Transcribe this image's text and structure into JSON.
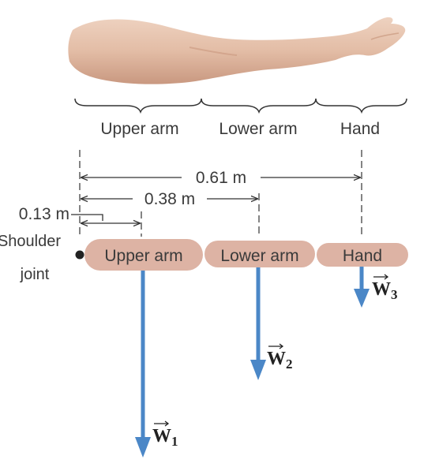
{
  "segments": {
    "upper_arm": "Upper arm",
    "lower_arm": "Lower arm",
    "hand": "Hand"
  },
  "dimensions": {
    "to_hand": "0.61 m",
    "to_lower_arm": "0.38 m",
    "to_upper_arm": "0.13 m"
  },
  "shoulder": {
    "line1": "Shoulder",
    "line2": "joint"
  },
  "weights": {
    "w1": {
      "letter": "W",
      "sub": "1"
    },
    "w2": {
      "letter": "W",
      "sub": "2"
    },
    "w3": {
      "letter": "W",
      "sub": "3"
    }
  },
  "colors": {
    "segment_fill": "#ddb3a4",
    "arrow": "#4b87c7",
    "skin": "#e6c2ac",
    "line": "#333333"
  }
}
